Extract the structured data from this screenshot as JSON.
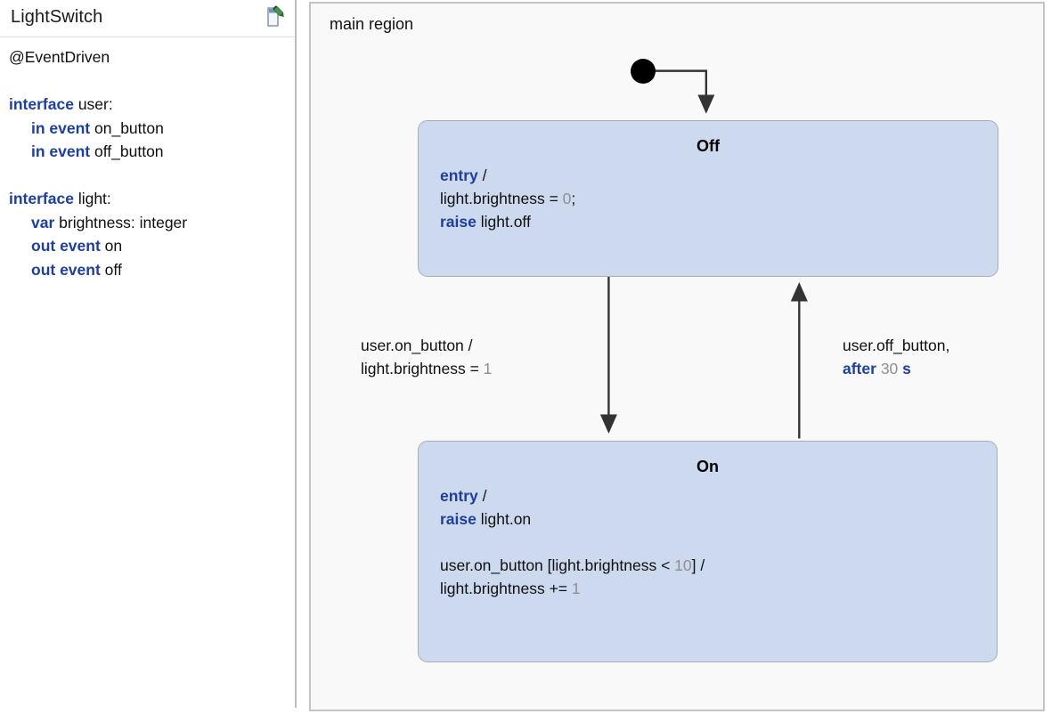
{
  "sidebar": {
    "title": "LightSwitch",
    "header_icon": "statechart-edit-icon",
    "annotation": "@EventDriven",
    "definitions": [
      {
        "keyword": "interface",
        "rest": " user:",
        "indent": 0
      },
      {
        "keyword": "in event",
        "rest": " on_button",
        "indent": 1
      },
      {
        "keyword": "in event",
        "rest": " off_button",
        "indent": 1
      },
      {
        "keyword": "",
        "rest": "",
        "indent": 0
      },
      {
        "keyword": "interface",
        "rest": " light:",
        "indent": 0
      },
      {
        "keyword": "var",
        "rest": " brightness: integer",
        "indent": 1
      },
      {
        "keyword": "out event",
        "rest": " on",
        "indent": 1
      },
      {
        "keyword": "out event",
        "rest": " off",
        "indent": 1
      }
    ]
  },
  "diagram": {
    "region_label": "main region",
    "initial_node": "initial-state-node",
    "states": [
      {
        "id": "off",
        "name": "Off",
        "lines": [
          [
            {
              "t": "entry",
              "s": "kw"
            },
            {
              "t": " /",
              "s": "plain"
            }
          ],
          [
            {
              "t": "light.brightness = ",
              "s": "plain"
            },
            {
              "t": "0",
              "s": "num"
            },
            {
              "t": ";",
              "s": "plain"
            }
          ],
          [
            {
              "t": "raise",
              "s": "kw"
            },
            {
              "t": " light.off",
              "s": "plain"
            }
          ]
        ]
      },
      {
        "id": "on",
        "name": "On",
        "lines": [
          [
            {
              "t": "entry",
              "s": "kw"
            },
            {
              "t": " /",
              "s": "plain"
            }
          ],
          [
            {
              "t": "raise",
              "s": "kw"
            },
            {
              "t": " light.on",
              "s": "plain"
            }
          ],
          [
            {
              "t": " ",
              "s": "plain"
            }
          ],
          [
            {
              "t": "user.on_button [light.brightness < ",
              "s": "plain"
            },
            {
              "t": "10",
              "s": "num"
            },
            {
              "t": "] /",
              "s": "plain"
            }
          ],
          [
            {
              "t": "light.brightness += ",
              "s": "plain"
            },
            {
              "t": "1",
              "s": "num"
            }
          ]
        ]
      }
    ],
    "transitions": [
      {
        "id": "off-to-on",
        "from": "Off",
        "to": "On",
        "lines": [
          [
            {
              "t": "user.on_button /",
              "s": "plain"
            }
          ],
          [
            {
              "t": "light.brightness = ",
              "s": "plain"
            },
            {
              "t": "1",
              "s": "num"
            }
          ]
        ]
      },
      {
        "id": "on-to-off",
        "from": "On",
        "to": "Off",
        "lines": [
          [
            {
              "t": "user.off_button,",
              "s": "plain"
            }
          ],
          [
            {
              "t": "after",
              "s": "kw"
            },
            {
              "t": " ",
              "s": "plain"
            },
            {
              "t": "30",
              "s": "num"
            },
            {
              "t": " ",
              "s": "plain"
            },
            {
              "t": "s",
              "s": "kw"
            }
          ]
        ]
      }
    ]
  },
  "colors": {
    "keyword": "#1e3f9c",
    "number": "#8f8f8f",
    "state_fill": "#cdd9ee",
    "state_border": "#a8adb5",
    "panel_bg": "#f9f9fa",
    "panel_border": "#c2c4c7",
    "edge": "#333333"
  }
}
